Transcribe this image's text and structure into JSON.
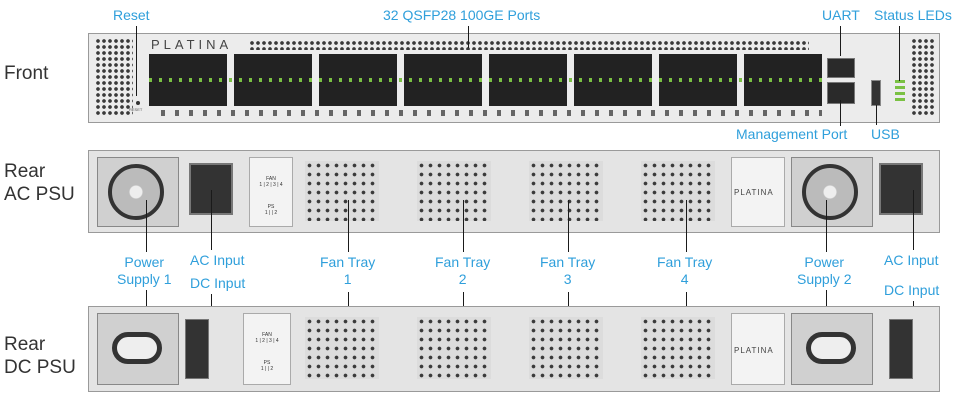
{
  "rows": {
    "front": "Front",
    "rear_ac_1": "Rear",
    "rear_ac_2": "AC PSU",
    "rear_dc_1": "Rear",
    "rear_dc_2": "DC PSU"
  },
  "callouts": {
    "reset": "Reset",
    "ports": "32 QSFP28 100GE Ports",
    "uart": "UART",
    "status_leds": "Status LEDs",
    "management_port": "Management Port",
    "usb": "USB",
    "psu1_l1": "Power",
    "psu1_l2": "Supply 1",
    "ac_input_1": "AC Input",
    "dc_input_1": "DC Input",
    "fan1_l1": "Fan Tray",
    "fan1_l2": "1",
    "fan2_l1": "Fan Tray",
    "fan2_l2": "2",
    "fan3_l1": "Fan Tray",
    "fan3_l2": "3",
    "fan4_l1": "Fan Tray",
    "fan4_l2": "4",
    "psu2_l1": "Power",
    "psu2_l2": "Supply 2",
    "ac_input_2": "AC Input",
    "dc_input_2": "DC Input"
  },
  "device": {
    "brand": "PLATINA",
    "reset_text": "RESET",
    "fan_text": "FAN",
    "fan_nums": "1 | 2 | 3 | 4",
    "ps_text": "PS",
    "ps_nums": "1 |  | 2"
  },
  "colors": {
    "callout": "#2f9fdb",
    "chassis": "#e4e4e4"
  }
}
